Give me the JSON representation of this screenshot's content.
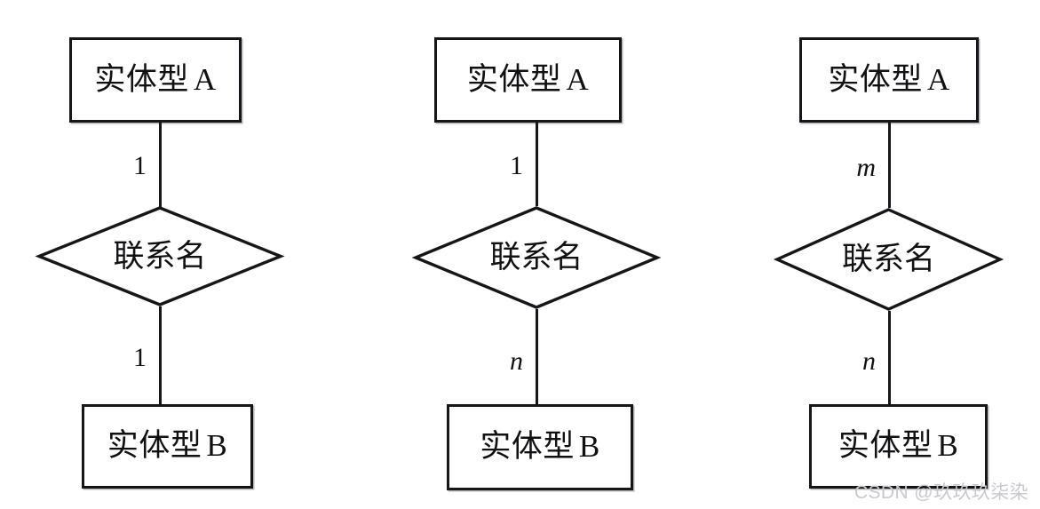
{
  "diagram": {
    "type": "er-diagram",
    "description": "Three entity-relationship diagrams showing 1:1, 1:n and m:n relationship cardinalities",
    "entity_top_cn": "实体型",
    "entity_top_latin": "A",
    "entity_bottom_cn": "实体型",
    "entity_bottom_latin": "B",
    "relationship_label": "联系名",
    "line_color": "#16161a",
    "text_color": "#111114",
    "background": "#ffffff",
    "groups": [
      {
        "id": "one-to-one",
        "cardinality_top": "1",
        "cardinality_bottom": "1",
        "top_italic": false,
        "bottom_italic": false
      },
      {
        "id": "one-to-many",
        "cardinality_top": "1",
        "cardinality_bottom": "n",
        "top_italic": false,
        "bottom_italic": true
      },
      {
        "id": "many-to-many",
        "cardinality_top": "m",
        "cardinality_bottom": "n",
        "top_italic": true,
        "bottom_italic": true
      }
    ]
  },
  "watermark": {
    "text": "CSDN @玖玖玖柒染",
    "color": "#c8c8cf"
  }
}
